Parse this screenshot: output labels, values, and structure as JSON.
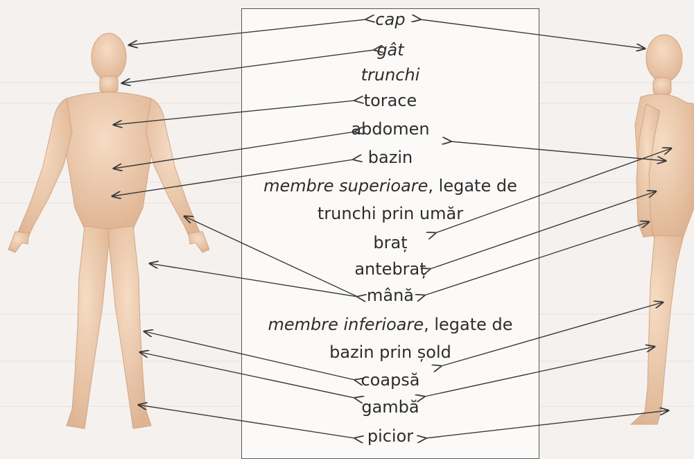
{
  "terms": {
    "cap": "cap",
    "gat": "gât",
    "trunchi": "trunchi",
    "torace": "torace",
    "abdomen": "abdomen",
    "bazin": "bazin",
    "membre_superioare_italic": "membre superioare",
    "membre_superioare_rest": ", legate de",
    "membre_superioare_line2": "trunchi prin umăr",
    "brat": "braț",
    "antebrat": "antebraț",
    "mana": "mână",
    "membre_inferioare_italic": "membre inferioare",
    "membre_inferioare_rest": ", legate de",
    "membre_inferioare_line2": "bazin prin șold",
    "coapsa": "coapsă",
    "gamba": "gambă",
    "picior": "picior"
  },
  "colors": {
    "skin": "#f0d0b4",
    "skin_shadow": "#d8ae8c",
    "arrow": "#3a3a3a",
    "text": "#2d2d2d"
  }
}
